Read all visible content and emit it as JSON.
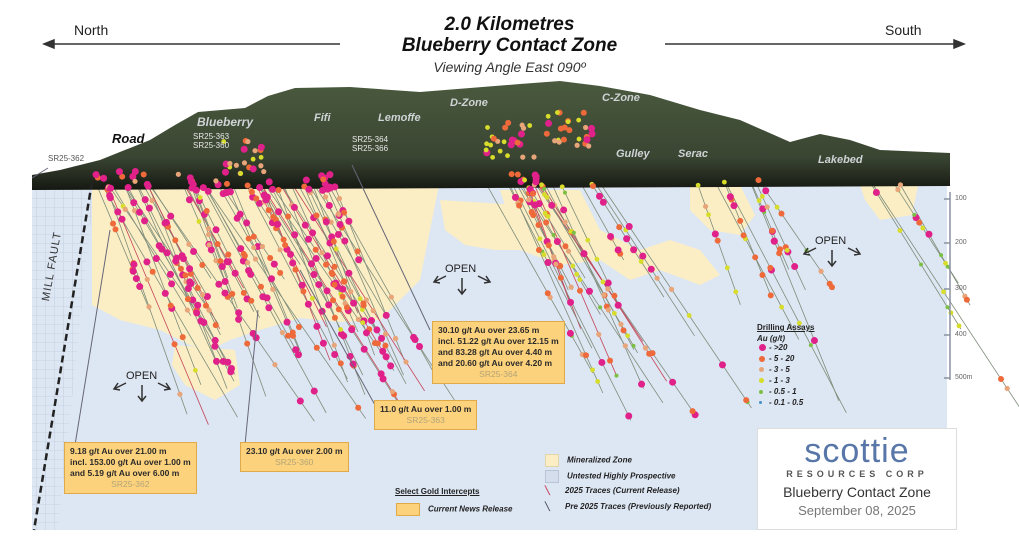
{
  "title": {
    "line1": "2.0 Kilometres",
    "line2": "Blueberry Contact Zone",
    "line3": "Viewing Angle East 090º"
  },
  "directions": {
    "left": "North",
    "right": "South"
  },
  "terrain_labels": [
    "Road",
    "Blueberry",
    "Fifi",
    "Lemoffe",
    "D-Zone",
    "C-Zone",
    "Gulley",
    "Serac",
    "Lakebed"
  ],
  "hole_labels": {
    "sr362": "SR25-362",
    "sr363": "SR25-363",
    "sr360": "SR25-360",
    "sr364": "SR25-364",
    "sr366": "SR25-366"
  },
  "fault_label": "MILL FAULT",
  "open_label": "OPEN",
  "intercepts": [
    {
      "lines": [
        "30.10 g/t Au over 23.65 m",
        "incl. 51.22 g/t Au over 12.15 m",
        "and 83.28 g/t Au over 4.40 m",
        "and 20.60 g/t Au over 4.20 m"
      ],
      "hole": "SR25-364"
    },
    {
      "lines": [
        "11.0 g/t Au over 1.00 m"
      ],
      "hole": "SR25-363"
    },
    {
      "lines": [
        "9.18 g/t Au over 21.00 m",
        "incl. 153.00 g/t Au over 1.00 m",
        "and 5.19 g/t Au over 6.00 m"
      ],
      "hole": "SR25-362"
    },
    {
      "lines": [
        "23.10 g/t Au over 2.00 m"
      ],
      "hole": "SR25-360"
    }
  ],
  "depth_scale": [
    "100",
    "200",
    "300",
    "400",
    "500m"
  ],
  "assay_legend": {
    "title": "Drilling Assays",
    "unit": "Au (g/t)",
    "items": [
      {
        "label": "- >20",
        "color": "#e0218a"
      },
      {
        "label": "- 5 - 20",
        "color": "#ee6a3a"
      },
      {
        "label": "- 3 - 5",
        "color": "#e8a57a"
      },
      {
        "label": "- 1 - 3",
        "color": "#d7dd2a"
      },
      {
        "label": "- 0.5 - 1",
        "color": "#7bc043"
      },
      {
        "label": "- 0.1 - 0.5",
        "color": "#4a90c8"
      }
    ]
  },
  "map_legend": {
    "intercepts_title": "Select Gold Intercepts",
    "current_news": "Current News Release",
    "mineralized": "Mineralized Zone",
    "untested": "Untested Highly Prospective",
    "traces_2025": "2025 Traces (Current Release)",
    "traces_pre": "Pre 2025 Traces (Previously Reported)"
  },
  "logo": {
    "brand": "scottie",
    "sub": "RESOURCES CORP",
    "project": "Blueberry Contact Zone",
    "date": "September 08, 2025"
  },
  "colors": {
    "section_bg": "#dde6f3",
    "mineralized": "#fbeec4",
    "intercept_box": "#fdd27c"
  }
}
